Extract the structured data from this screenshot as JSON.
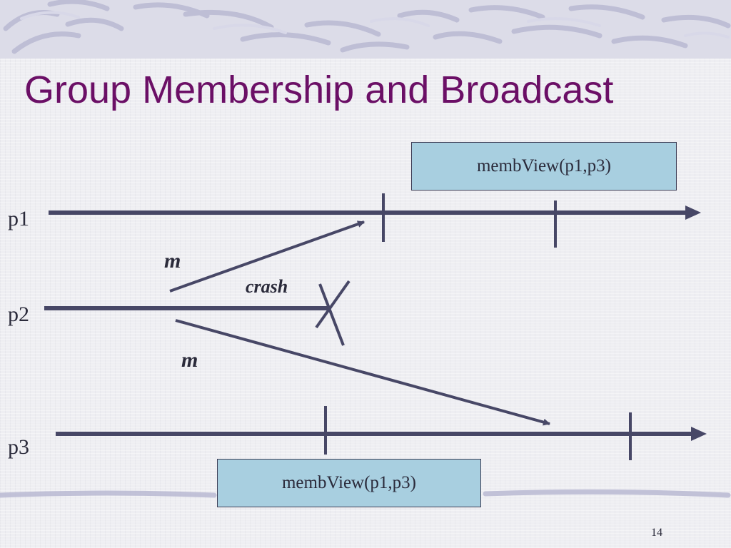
{
  "slide": {
    "title": "Group Membership and Broadcast",
    "page_number": "14",
    "title_color": "#6b0f66",
    "line_color": "#474766",
    "box_color": "#a8cfe0"
  },
  "processes": [
    {
      "label": "p1"
    },
    {
      "label": "p2"
    },
    {
      "label": "p3"
    }
  ],
  "messages": [
    {
      "label": "m",
      "from": "p2",
      "to": "p1"
    },
    {
      "label": "m",
      "from": "p2",
      "to": "p3"
    }
  ],
  "events": {
    "crash_label": "crash",
    "crash_process": "p2"
  },
  "views": {
    "p1_view": "membView(p1,p3)",
    "p3_view": "membView(p1,p3)"
  },
  "decor": {
    "header_pattern": "swirl-pattern"
  }
}
